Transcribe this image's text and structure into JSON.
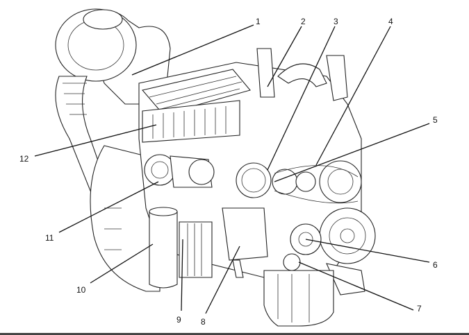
{
  "diagram": {
    "subject": "engine",
    "callouts": [
      {
        "label": "1"
      },
      {
        "label": "2"
      },
      {
        "label": "3"
      },
      {
        "label": "4"
      },
      {
        "label": "5"
      },
      {
        "label": "6"
      },
      {
        "label": "7"
      },
      {
        "label": "8"
      },
      {
        "label": "9"
      },
      {
        "label": "10"
      },
      {
        "label": "11"
      },
      {
        "label": "12"
      }
    ]
  }
}
